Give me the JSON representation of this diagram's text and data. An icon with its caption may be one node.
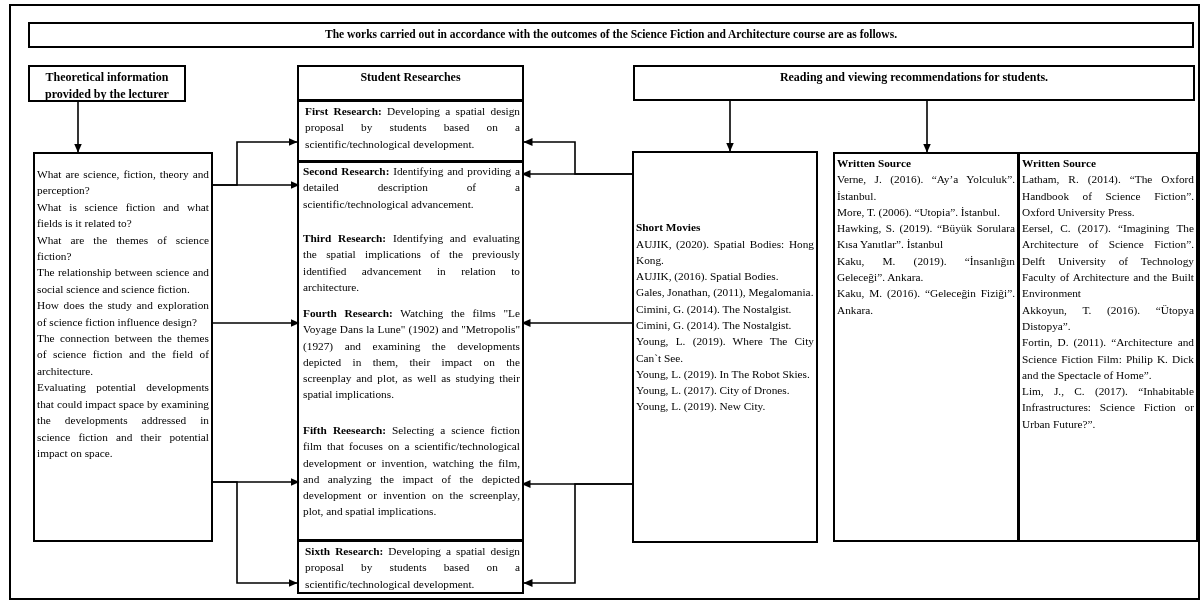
{
  "diagram": {
    "nodes": [
      {
        "text": [
          "The works carried out in accordance with the outcomes of the Science Fiction and Architecture course are as follows."
        ]
      },
      {
        "text": [
          "Theoretical information provided by the lecturer"
        ]
      },
      {
        "text": [
          "Student Researches"
        ]
      },
      {
        "text": [
          "Reading and viewing recommendations for students."
        ]
      },
      {
        "text": [
          "What are science, fiction, theory and perception?",
          "What is science fiction and what fields is it related to?",
          "What are the themes of science fiction?",
          "The relationship between science and social science and science fiction.",
          "How does the study and exploration of science fiction influence design?",
          "The connection between the themes of science fiction and the field of architecture.",
          "Evaluating potential developments that could impact space by examining the developments addressed in science fiction and their potential impact on space."
        ]
      },
      {
        "text": [
          "**First Research:** Developing a spatial design proposal by students based on a scientific/technological development."
        ]
      },
      {
        "text": [],
        "shape": "box"
      },
      {
        "text": [
          "**Second Research:** Identifying and providing a detailed description of a scientific/technological advancement."
        ],
        "in": 6
      },
      {
        "text": [
          "**Third Research:** Identifying and evaluating the spatial implications of the previously identified advancement in relation to architecture."
        ],
        "in": 6
      },
      {
        "text": [
          "**Fourth Research:** Watching the films \"Le Voyage Dans la Lune\" (1902) and \"Metropolis\" (1927) and examining the developments depicted in them, their impact on the screenplay and plot, as well as studying their spatial implications."
        ],
        "in": 6
      },
      {
        "text": [
          "**Fifth Reesearch:** Selecting a science fiction film that focuses on a scientific/technological development or invention, watching the film, and analyzing the impact of the depicted development or invention on the screenplay, plot, and spatial implications."
        ],
        "in": 6
      },
      {
        "text": [
          "**Sixth Research:** Developing a spatial design proposal by students based on a scientific/technological development."
        ]
      },
      {
        "text": [
          "Short Movies",
          "AUJIK, (2020). Spatial Bodies: Hong Kong.",
          "AUJIK, (2016). Spatial Bodies.",
          "Gales, Jonathan, (2011), Megalomania.",
          "Cimini, G. (2014). The Nostalgist.",
          "Cimini, G. (2014). The Nostalgist.",
          "Young, L. (2019). Where The City Can`t See.",
          "Young, L. (2019). In The Robot Skies.",
          "Young, L. (2017). City of Drones.",
          "Young, L. (2019). New City."
        ]
      },
      {
        "text": [
          "Written Source",
          "Verne, J. (2016). “Ay’a Yolculuk”. İstanbul.",
          "More, T. (2006). “Utopia”. İstanbul.",
          "Hawking, S. (2019). “Büyük Sorulara Kısa Yanıtlar”. İstanbul",
          "Kaku, M. (2019). “İnsanlığın Geleceği”. Ankara.",
          "Kaku, M. (2016). “Geleceğin Fiziği”. Ankara."
        ]
      },
      {
        "text": [
          "Written Source",
          "Latham, R. (2014). “The Oxford Handbook of Science Fiction”. Oxford University Press.",
          "Eersel, C. (2017). “Imagining The Architecture of Science Fiction”. Delft University of Technology Faculty of Architecture and the Built Environment",
          "Akkoyun, T. (2016). “Ütopya Distopya”.",
          "Fortin, D. (2011). “Architecture and Science Fiction Film: Philip K. Dick and the Spectacle of Home”.",
          "Lim, J., C. (2017). “Inhabitable Infrastructures: Science Fiction or Urban Future?”."
        ]
      }
    ],
    "edges": [
      {
        "from": 1,
        "to": 4,
        "arrow": "to"
      },
      {
        "from": 3,
        "to": 12,
        "arrow": "to"
      },
      {
        "from": 3,
        "to": 13,
        "arrow": "to"
      },
      {
        "from": 4,
        "to": 5,
        "arrow": "to"
      },
      {
        "from": 4,
        "to": 7,
        "arrow": "to"
      },
      {
        "from": 4,
        "to": 9,
        "arrow": "to"
      },
      {
        "from": 4,
        "to": 10,
        "arrow": "to"
      },
      {
        "from": 4,
        "to": 11,
        "arrow": "to"
      },
      {
        "from": 12,
        "to": 5,
        "arrow": "to"
      },
      {
        "from": 12,
        "to": 7,
        "arrow": "to"
      },
      {
        "from": 12,
        "to": 9,
        "arrow": "to"
      },
      {
        "from": 12,
        "to": 10,
        "arrow": "to"
      },
      {
        "from": 12,
        "to": 11,
        "arrow": "to"
      }
    ]
  }
}
